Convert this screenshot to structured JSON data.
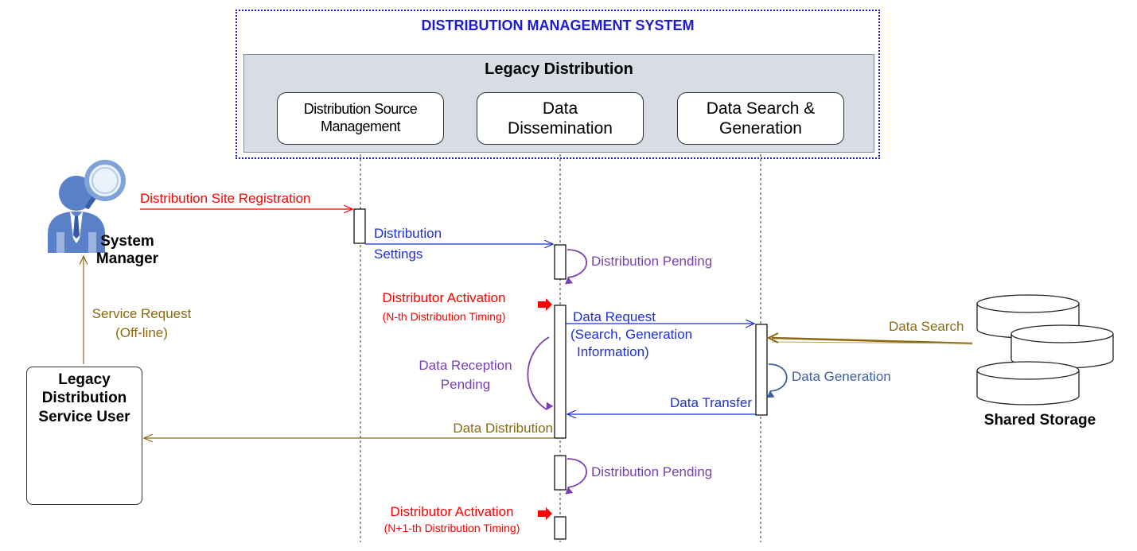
{
  "system": {
    "title": "DISTRIBUTION MANAGEMENT SYSTEM",
    "legacy_title": "Legacy Distribution",
    "components": [
      {
        "line1": "Distribution Source",
        "line2": "Management"
      },
      {
        "line1": "Data",
        "line2": "Dissemination"
      },
      {
        "line1": "Data Search &",
        "line2": "Generation"
      }
    ]
  },
  "actors": {
    "system_manager": {
      "line1": "System",
      "line2": "Manager"
    },
    "service_user": {
      "line1": "Legacy",
      "line2": "Distribution",
      "line3": "Service User"
    },
    "shared_storage": "Shared Storage"
  },
  "messages": {
    "site_registration": "Distribution Site Registration",
    "settings_line1": "Distribution",
    "settings_line2": "Settings",
    "pending_1": "Distribution Pending",
    "activation_1": "Distributor Activation",
    "activation_1_timing": "(N-th Distribution Timing)",
    "data_request": "Data Request",
    "data_request_detail_line1": "(Search, Generation",
    "data_request_detail_line2": "Information)",
    "data_search": "Data Search",
    "reception_pending_line1": "Data Reception",
    "reception_pending_line2": "Pending",
    "data_generation": "Data Generation",
    "data_transfer": "Data Transfer",
    "data_distribution": "Data Distribution",
    "pending_2": "Distribution Pending",
    "activation_2": "Distributor Activation",
    "activation_2_timing": "(N+1-th Distribution Timing)",
    "service_request_line1": "Service Request",
    "service_request_line2": "(Off-line)"
  },
  "colors": {
    "system_border": "#1b1bd6",
    "registration": "#ff0000",
    "settings": "#1f2fd6",
    "pending": "#7a3fb0",
    "distribution": "#8a6a10",
    "generation": "#3d5f9e"
  }
}
